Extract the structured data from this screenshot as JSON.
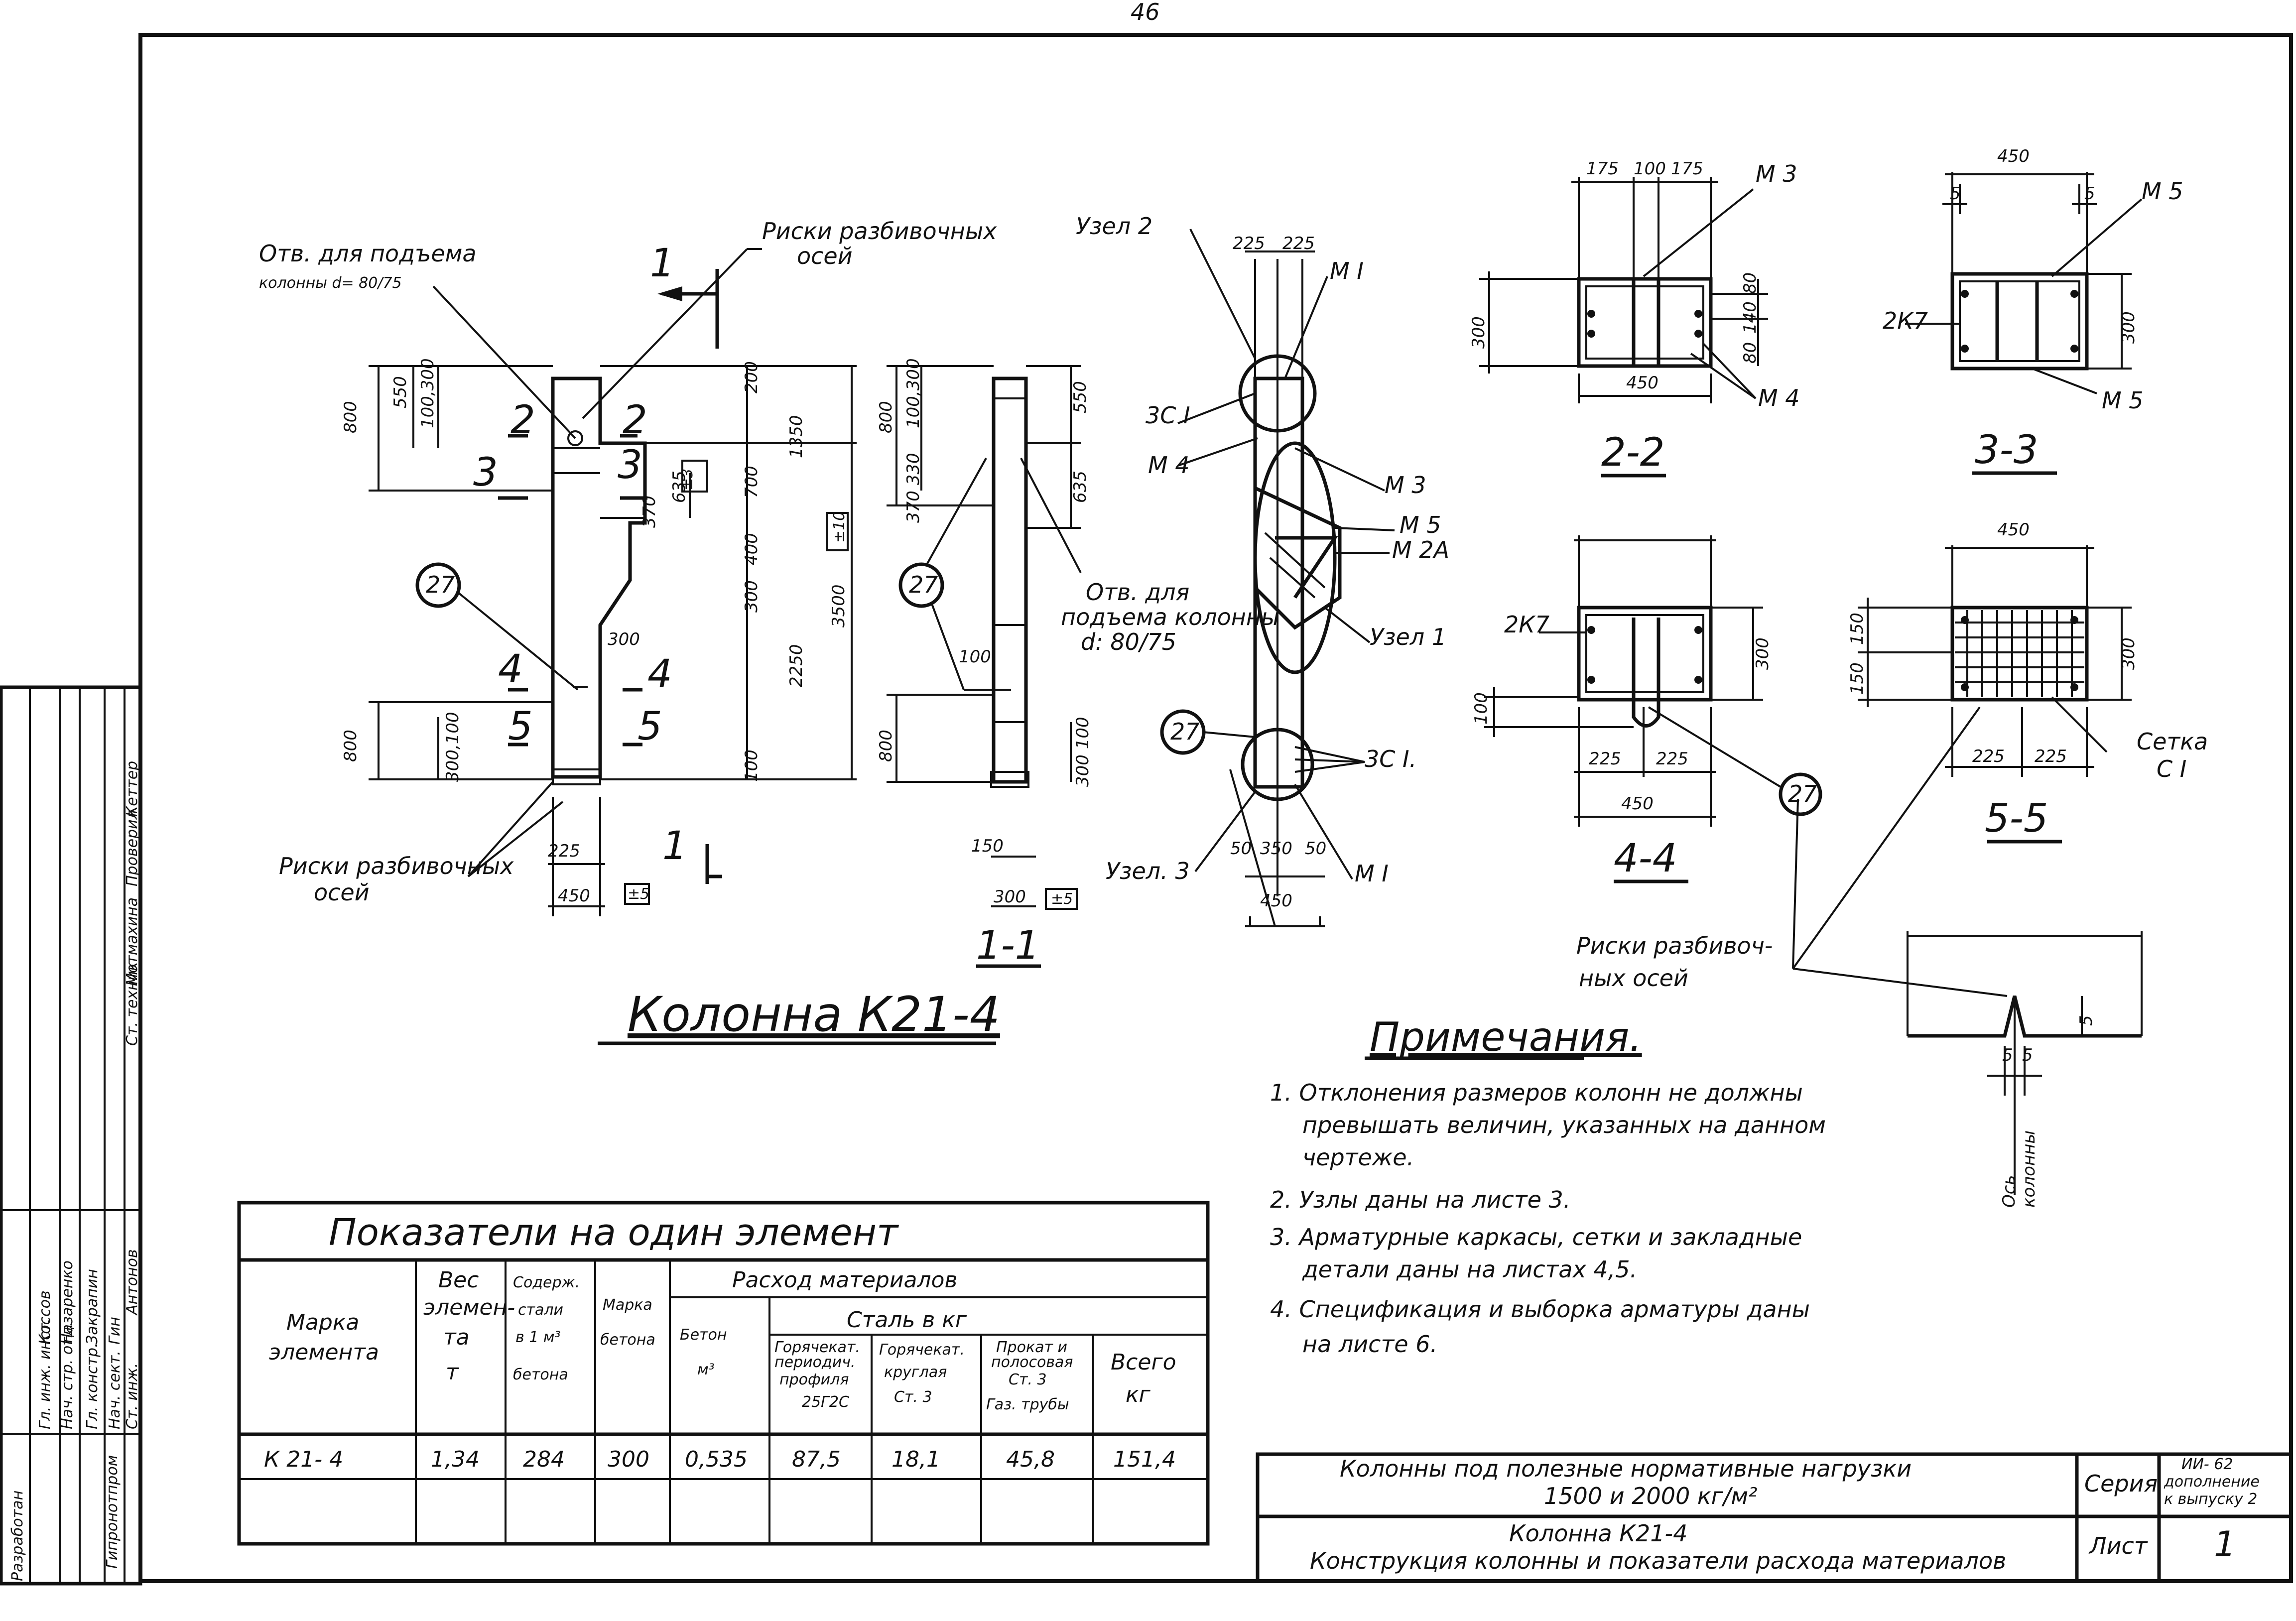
{
  "page_number": "46",
  "title": "Колонна   К21-4",
  "elevation": {
    "hole_label_1": "Отв. для подъема",
    "hole_label_2": "колонны d= 80/75",
    "risk_top_1": "Риски разбивочных",
    "risk_top_2": "осей",
    "risk_bot_1": "Риски разбивочных",
    "risk_bot_2": "осей",
    "cut_1": "1",
    "cut_2": "2",
    "cut_3": "3",
    "cut_4": "4",
    "cut_5": "5",
    "callout": "27",
    "dims": {
      "d800a": "800",
      "d550": "550",
      "d100_300": "100,300",
      "d200": "200",
      "d1350": "1350",
      "d3500": "3500",
      "d2250": "2250",
      "d635": "635",
      "d700": "700",
      "d370": "370",
      "d400": "400",
      "d300": "300",
      "d300b": "300",
      "d800b": "800",
      "d300_100": "300,100",
      "d100": "100",
      "d225": "225",
      "d450": "450",
      "tol10": "±10",
      "tol3": "±3",
      "tol5": "±5"
    }
  },
  "section_11": {
    "label": "1-1",
    "hole_1": "Отв. для",
    "hole_2": "подъема колонны",
    "hole_3": "d: 80/75",
    "callout": "27",
    "dims": {
      "d800": "800",
      "d100_300": "100,300",
      "d550": "550",
      "d370_330": "370 330",
      "d635": "635",
      "d100": "100",
      "d800b": "800",
      "d300_100": "300 100",
      "d150": "150",
      "d300": "300",
      "tol5": "±5"
    }
  },
  "node_view": {
    "uzel2": "Узел 2",
    "uzel1": "Узел 1",
    "uzel3": "Узел. 3",
    "m1a": "М I",
    "m1b": "М I",
    "zc1a": "3С I",
    "zc1b": "3С I.",
    "m4": "М 4",
    "m3": "М 3",
    "m5": "М 5",
    "m2a": "М 2А",
    "callout": "27",
    "dims": {
      "d225a": "225",
      "d225b": "225",
      "d50a": "50",
      "d350": "350",
      "d50b": "50",
      "d450": "450"
    }
  },
  "sec_22": {
    "label": "2-2",
    "m3": "М 3",
    "m4": "М 4",
    "dims": {
      "d175a": "175",
      "d100": "100",
      "d175b": "175",
      "d300": "300",
      "d80a": "80",
      "d140": "140",
      "d80b": "80",
      "d450": "450"
    }
  },
  "sec_33": {
    "label": "3-3",
    "m5a": "М 5",
    "m5b": "М 5",
    "k7": "2К7",
    "dims": {
      "d450": "450",
      "d5a": "5",
      "d5b": "5",
      "d300": "300"
    }
  },
  "sec_44": {
    "label": "4-4",
    "k7": "2К7",
    "callout": "27",
    "dims": {
      "d300": "300",
      "d100": "100",
      "d225a": "225",
      "d225b": "225",
      "d450": "450"
    }
  },
  "sec_55": {
    "label": "5-5",
    "setka_1": "Сетка",
    "setka_2": "С I",
    "dims": {
      "d450": "450",
      "d150a": "150",
      "d150b": "150",
      "d300": "300",
      "d225a": "225",
      "d225b": "225"
    }
  },
  "risk_detail": {
    "label_1": "Риски разбивоч-",
    "label_2": "ных осей",
    "axis_1": "Ось",
    "axis_2": "колонны",
    "d5a": "5",
    "d5b": "5",
    "d5c": "5"
  },
  "notes": {
    "heading": "Примечания.",
    "items": [
      "1.   Отклонения размеров колонн не должны",
      "превышать величин, указанных на данном",
      "чертеже.",
      "2.   Узлы даны на листе 3.",
      "3.   Арматурные каркасы, сетки и закладные",
      "детали даны на листах 4,5.",
      "4.   Спецификация и выборка арматуры даны",
      "на листе 6."
    ]
  },
  "indicators": {
    "title": "Показатели на один элемент",
    "h_mark": [
      "Марка",
      "элемента"
    ],
    "h_weight": [
      "Вес",
      "элемен-",
      "та",
      "т"
    ],
    "h_steel": [
      "Содерж.",
      "стали",
      "в 1 м³",
      "бетона"
    ],
    "h_concrete_mark": [
      "Марка",
      "бетона"
    ],
    "h_consumption": "Расход материалов",
    "h_concrete": [
      "Бетон",
      "м³"
    ],
    "h_steel_kg": "Сталь  в  кг",
    "h_hot_periodic": [
      "Горячекат.",
      "периодич.",
      "профиля",
      "25Г2С"
    ],
    "h_hot_round": [
      "Горячекат.",
      "круглая",
      "Ст. 3"
    ],
    "h_rolled": [
      "Прокат и",
      "полосовая",
      "Ст. 3",
      "Газ. трубы"
    ],
    "h_total": [
      "Всего",
      "кг"
    ],
    "row": [
      "К 21- 4",
      "1,34",
      "284",
      "300",
      "0,535",
      "87,5",
      "18,1",
      "45,8",
      "151,4"
    ]
  },
  "title_block": {
    "line1": "Колонны под полезные нормативные нагрузки",
    "line2": "1500 и 2000 кг/м²",
    "line3": "Колонна   К21-4",
    "line4": "Конструкция колонны и показатели расхода материалов",
    "series_label": "Серия",
    "series_1": "ИИ- 62",
    "series_2": "дополнение",
    "series_3": "к выпуску 2",
    "sheet_label": "Лист",
    "sheet_no": "1"
  },
  "side_stamp": {
    "org_1": "Разработан",
    "org_2": "Гипронотпром",
    "roles": [
      "Гл. инж. инст.",
      "Нач. стр. отд.",
      "Гл. констр.",
      "Нач. сект.",
      "Ст. инж.",
      "Ст. техник",
      "Проверил"
    ],
    "names": [
      "Коссов",
      "Назаренко",
      "Закрапин",
      "Гин",
      "Антонов",
      "Мотмахина",
      "Кеттер"
    ]
  }
}
